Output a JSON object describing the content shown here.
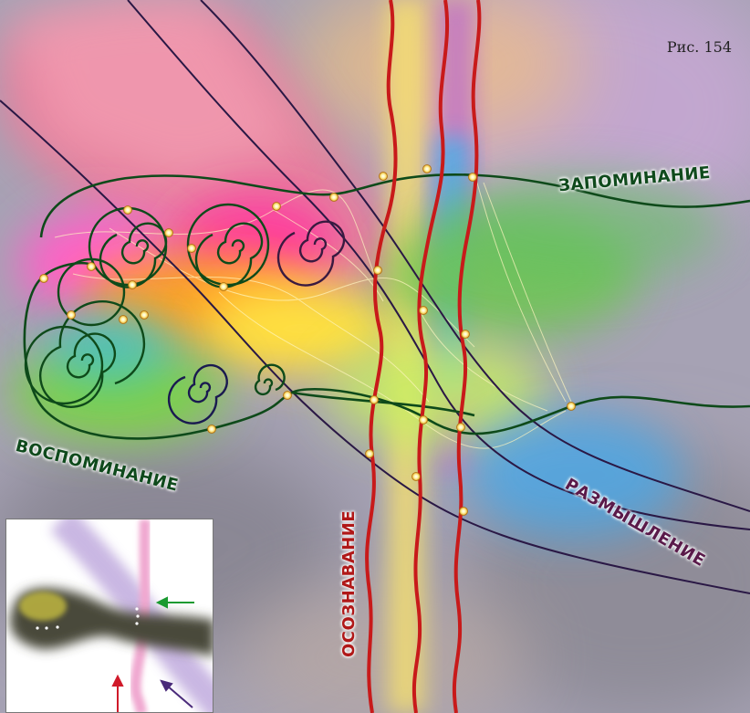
{
  "figure": {
    "number_label": "Рис. 154"
  },
  "labels": {
    "memorization": "ЗАПОМИНАНИЕ",
    "recollection": "ВОСПОМИНАНИЕ",
    "reflection": "РАЗМЫШЛЕНИЕ",
    "awareness": "ОСОЗНАВАНИЕ"
  },
  "colors": {
    "green_line": "#0e4a1a",
    "red_line": "#c81a1a",
    "dark_line": "#2a1845",
    "node_fill": "#ffe48a"
  }
}
